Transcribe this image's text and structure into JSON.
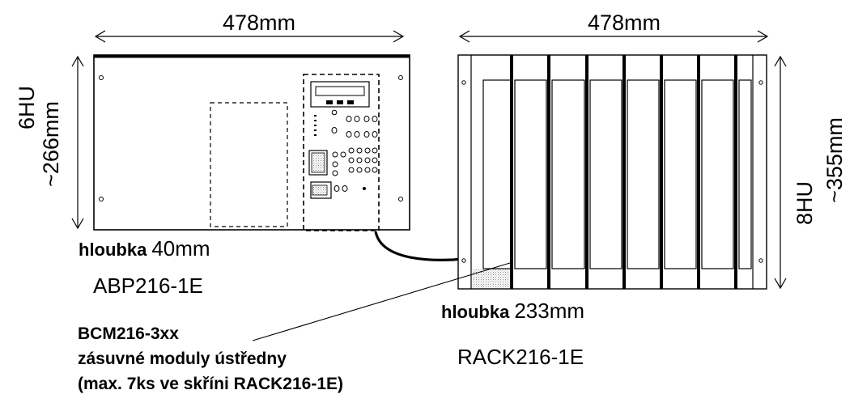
{
  "left_panel": {
    "width_label": "478mm",
    "height_hu": "6HU",
    "height_mm": "~266mm",
    "depth_bold": "hloubka",
    "depth_value": "40mm",
    "model": "ABP216-1E"
  },
  "right_rack": {
    "width_label": "478mm",
    "height_hu": "8HU",
    "height_mm": "~355mm",
    "depth_bold": "hloubka",
    "depth_value": "233mm",
    "model": "RACK216-1E"
  },
  "module_note": {
    "line1": "BCM216-3xx",
    "line2": "zásuvné moduly ústředny",
    "line3": "(max. 7ks ve skříni RACK216-1E)"
  }
}
